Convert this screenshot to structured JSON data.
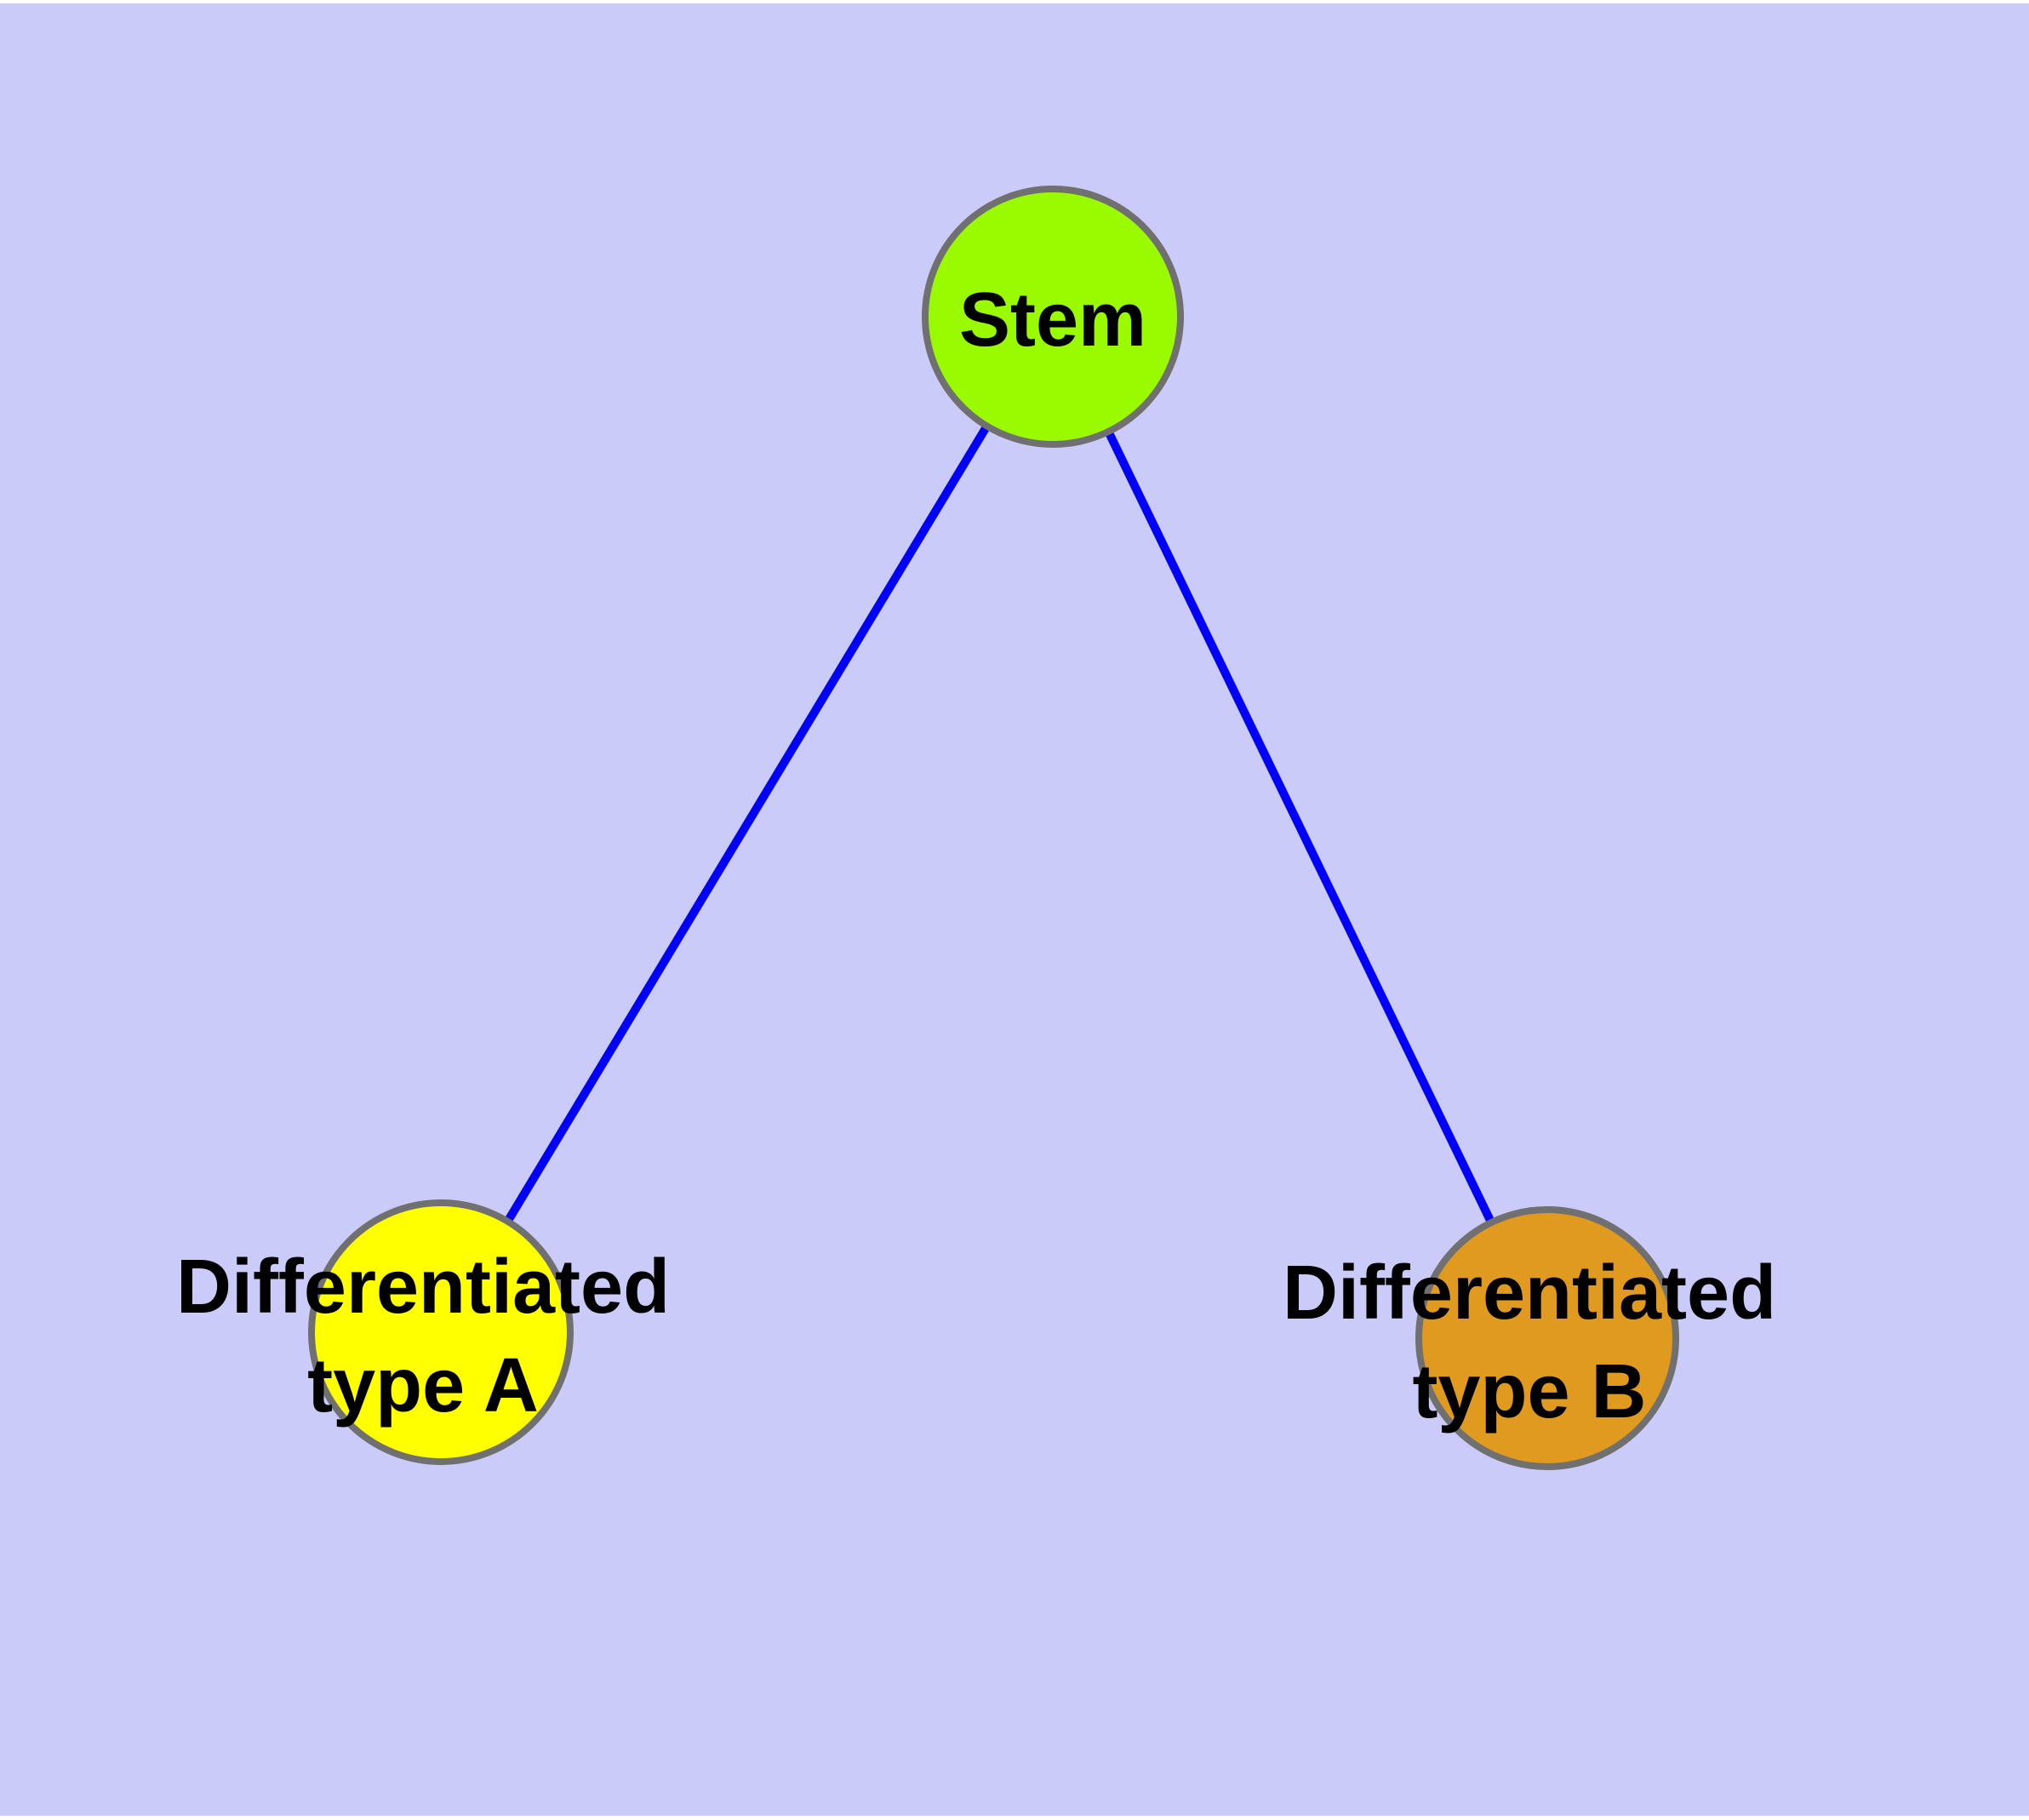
{
  "diagram": {
    "background_color": "#CBCBFA",
    "page_margin_color": "#FFFFFF",
    "edge_color": "#0000F8",
    "node_border_color": "#707070",
    "label_color": "#000000",
    "nodes": {
      "stem": {
        "label": "Stem",
        "fill": "#9AFB00"
      },
      "diff_a": {
        "line1": "Differentiated",
        "line2": "type A",
        "fill": "#FFFF00"
      },
      "diff_b": {
        "line1": "Differentiated",
        "line2": "type B",
        "fill": "#E09A20"
      }
    },
    "edges": [
      {
        "from": "Stem",
        "to": "Differentiated type A"
      },
      {
        "from": "Stem",
        "to": "Differentiated type B"
      }
    ]
  }
}
